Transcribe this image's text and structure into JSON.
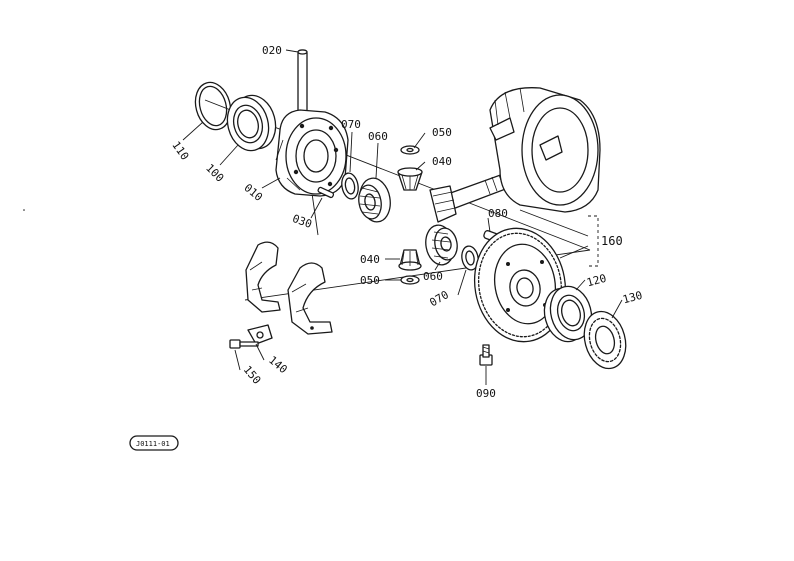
{
  "diagram": {
    "reference_tag": "J0111-01",
    "callouts": [
      {
        "id": "c020",
        "text": "020"
      },
      {
        "id": "c110",
        "text": "110"
      },
      {
        "id": "c100",
        "text": "100"
      },
      {
        "id": "c010",
        "text": "010"
      },
      {
        "id": "c070a",
        "text": "070"
      },
      {
        "id": "c060a",
        "text": "060"
      },
      {
        "id": "c050a",
        "text": "050"
      },
      {
        "id": "c040a",
        "text": "040"
      },
      {
        "id": "c030",
        "text": "030"
      },
      {
        "id": "c080",
        "text": "080"
      },
      {
        "id": "c160",
        "text": "160"
      },
      {
        "id": "c040b",
        "text": "040"
      },
      {
        "id": "c050b",
        "text": "050"
      },
      {
        "id": "c060b",
        "text": "060"
      },
      {
        "id": "c070b",
        "text": "070"
      },
      {
        "id": "c120",
        "text": "120"
      },
      {
        "id": "c130",
        "text": "130"
      },
      {
        "id": "c140",
        "text": "140"
      },
      {
        "id": "c150",
        "text": "150"
      },
      {
        "id": "c090",
        "text": "090"
      }
    ]
  }
}
